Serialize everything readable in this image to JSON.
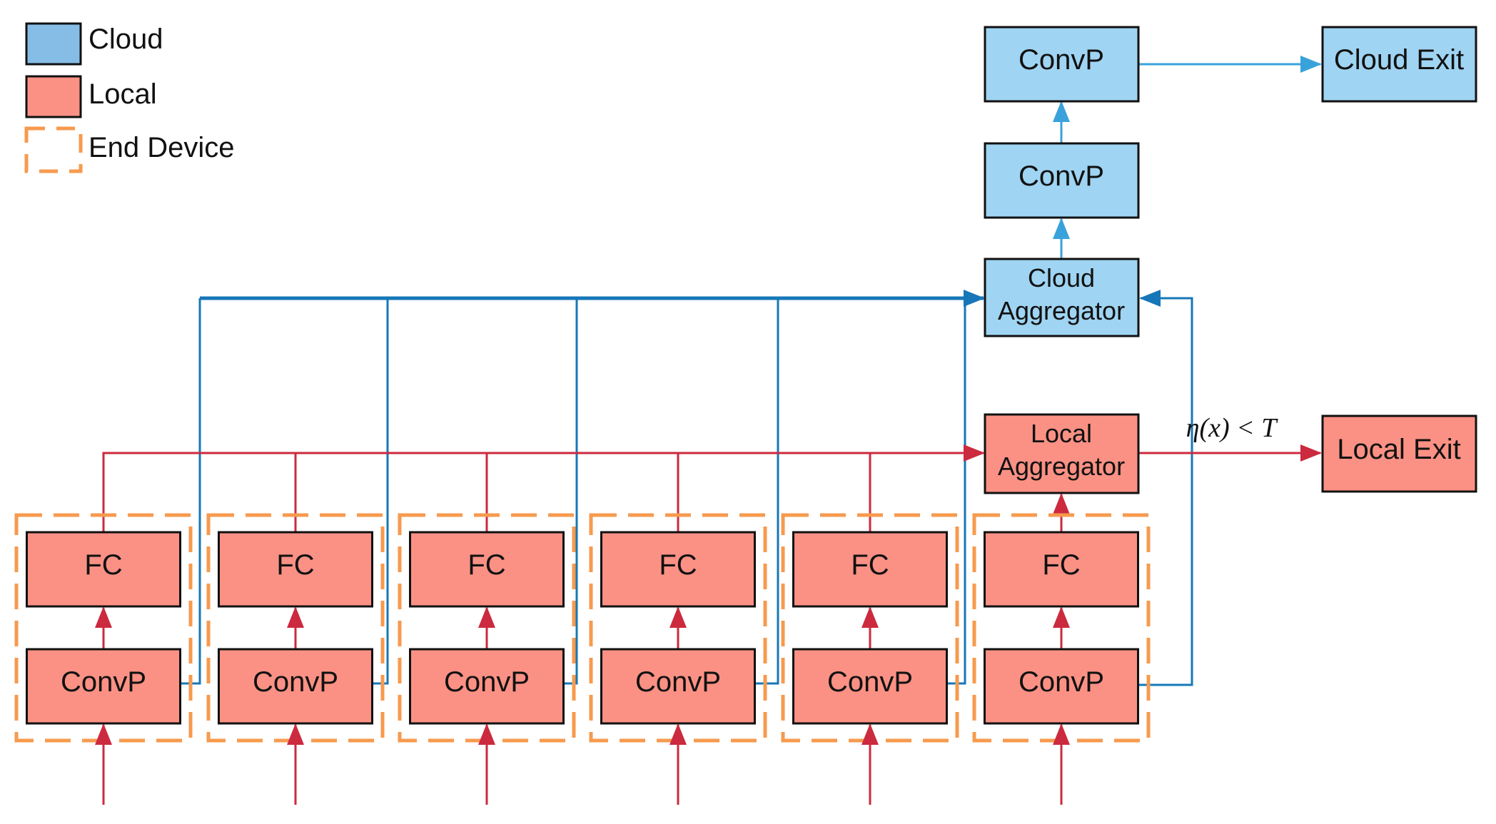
{
  "colors": {
    "cloud_fill": "#9fd4f2",
    "local_fill": "#fa9184",
    "legend_cloud_fill": "#86bde6",
    "end_device_border": "#f79a4e",
    "red_line": "#cc2a3e",
    "blue_line": "#1677b8",
    "blue_arrow_light": "#3aa2db"
  },
  "legend": {
    "cloud_label": "Cloud",
    "local_label": "Local",
    "end_device_label": "End Device"
  },
  "cloud_column": {
    "convp_top_label": "ConvP",
    "convp_mid_label": "ConvP",
    "aggregator_line1": "Cloud",
    "aggregator_line2": "Aggregator",
    "exit_label": "Cloud Exit"
  },
  "local_column": {
    "aggregator_line1": "Local",
    "aggregator_line2": "Aggregator",
    "exit_label": "Local Exit",
    "threshold_label": "η(x) < T"
  },
  "devices": [
    {
      "fc_label": "FC",
      "convp_label": "ConvP"
    },
    {
      "fc_label": "FC",
      "convp_label": "ConvP"
    },
    {
      "fc_label": "FC",
      "convp_label": "ConvP"
    },
    {
      "fc_label": "FC",
      "convp_label": "ConvP"
    },
    {
      "fc_label": "FC",
      "convp_label": "ConvP"
    },
    {
      "fc_label": "FC",
      "convp_label": "ConvP"
    }
  ]
}
